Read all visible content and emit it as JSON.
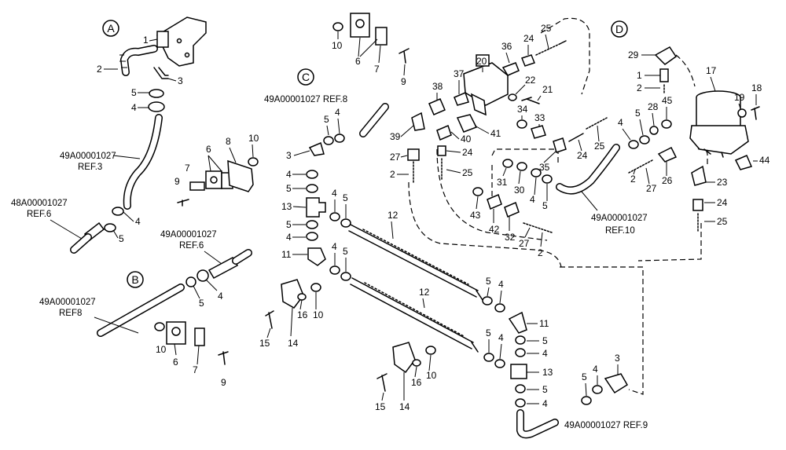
{
  "sections": [
    "A",
    "B",
    "C",
    "D"
  ],
  "references": {
    "a_ref3": [
      "49A00001027",
      "REF.3"
    ],
    "a_ref6": [
      "48A00001027",
      "REF.6"
    ],
    "b_ref6": [
      "49A00001027",
      "REF.6"
    ],
    "b_ref8": [
      "49A00001027",
      "REF8"
    ],
    "c_ref8": "49A00001027  REF.8",
    "d_ref10": [
      "49A00001027",
      "REF.10"
    ],
    "ref9": "49A00001027 REF.9"
  },
  "callouts": [
    "1",
    "2",
    "3",
    "4",
    "5",
    "6",
    "7",
    "8",
    "9",
    "10",
    "11",
    "12",
    "13",
    "14",
    "15",
    "16",
    "17",
    "18",
    "19",
    "20",
    "21",
    "22",
    "23",
    "24",
    "25",
    "26",
    "27",
    "28",
    "29",
    "30",
    "31",
    "32",
    "33",
    "34",
    "35",
    "36",
    "37",
    "38",
    "39",
    "40",
    "41",
    "42",
    "43",
    "44",
    "45"
  ]
}
